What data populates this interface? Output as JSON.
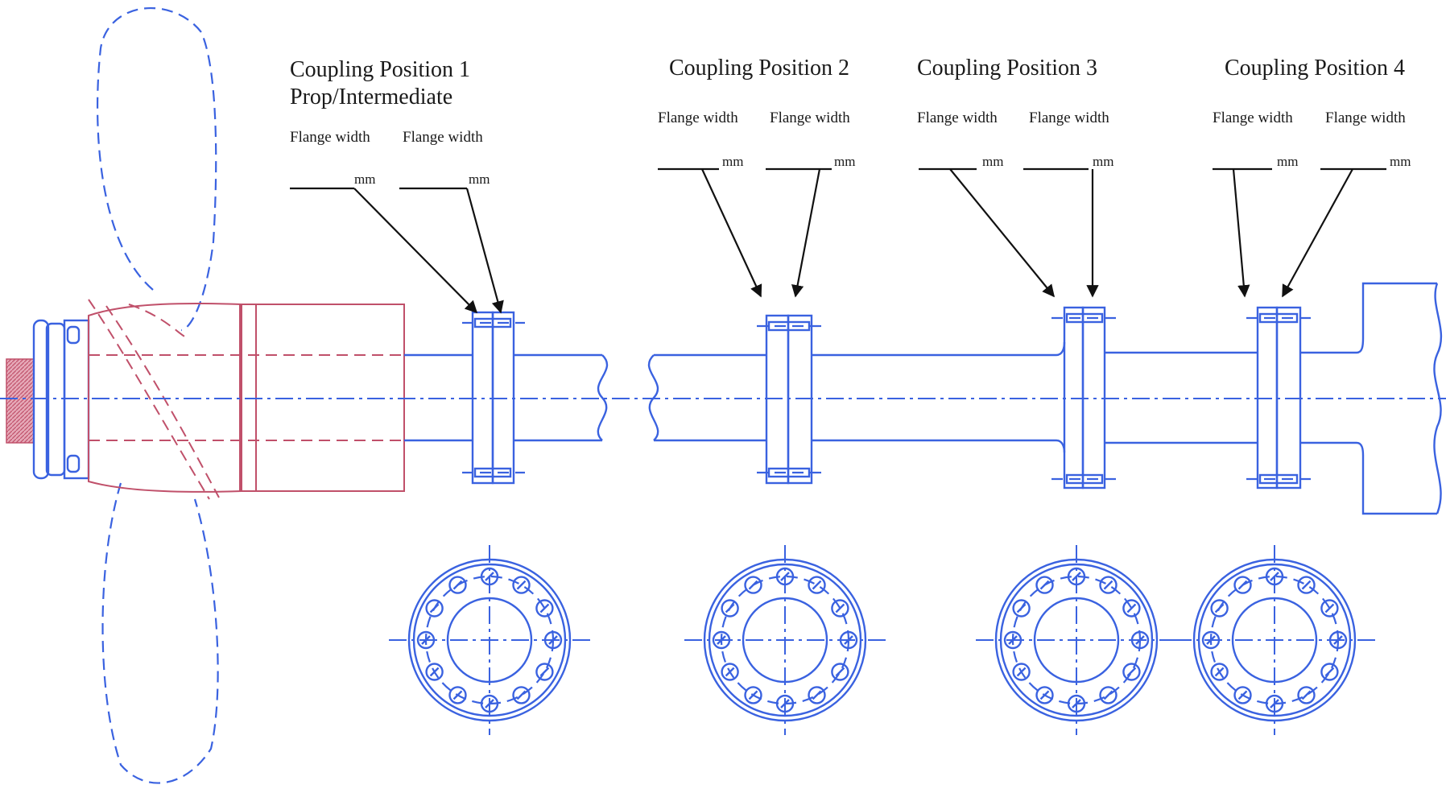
{
  "positions": [
    {
      "title": "Coupling Position 1",
      "subtitle": "Prop/Intermediate",
      "flange_label_a": "Flange width",
      "flange_label_b": "Flange width",
      "unit_a": "mm",
      "unit_b": "mm"
    },
    {
      "title": "Coupling Position 2",
      "flange_label_a": "Flange width",
      "flange_label_b": "Flange width",
      "unit_a": "mm",
      "unit_b": "mm"
    },
    {
      "title": "Coupling Position 3",
      "flange_label_a": "Flange width",
      "flange_label_b": "Flange width",
      "unit_a": "mm",
      "unit_b": "mm"
    },
    {
      "title": "Coupling Position 4",
      "flange_label_a": "Flange width",
      "flange_label_b": "Flange width",
      "unit_a": "mm",
      "unit_b": "mm"
    }
  ],
  "colors": {
    "shaft_line": "#3a62e0",
    "stern_tube": "#c0506a",
    "leader_line": "#111111",
    "hub_hatch": "#c0506a"
  }
}
